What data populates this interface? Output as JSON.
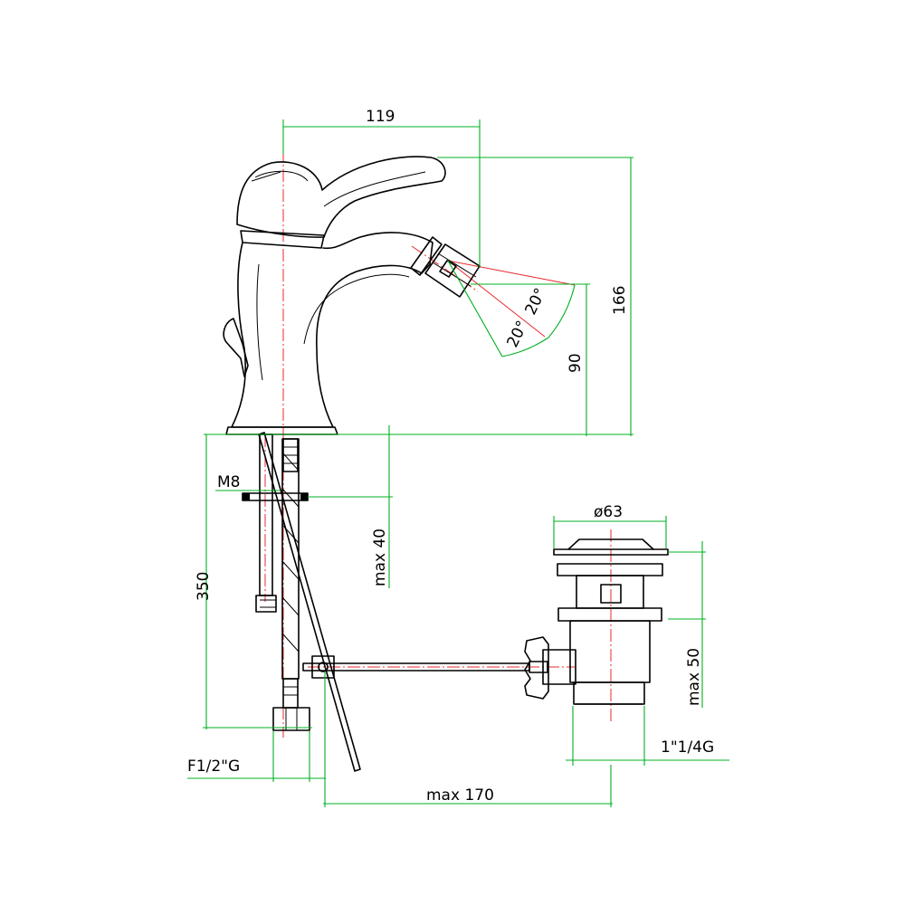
{
  "dimensions": {
    "spout_reach": "119",
    "total_height": "166",
    "spout_height": "90",
    "angle_upper": "20°",
    "angle_lower": "20°",
    "thread_rod": "M8",
    "max_deck_thickness": "max 40",
    "hose_length": "350",
    "drain_diameter": "ø63",
    "max_drain_adjust": "max 50",
    "drain_thread": "1\"1/4G",
    "hose_connection": "F1/2\"G",
    "max_pull_rod": "max 170"
  },
  "colors": {
    "outline": "#000000",
    "dimension_lines": "#00b020",
    "center_axes": "#e8282c"
  }
}
